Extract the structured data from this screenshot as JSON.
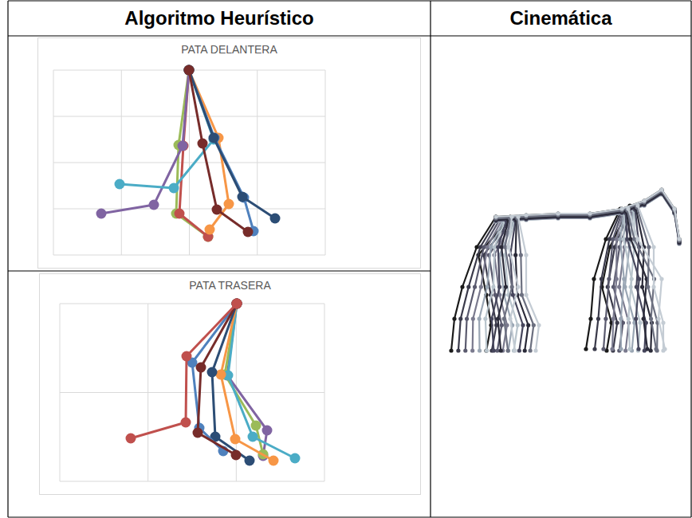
{
  "diagram": {
    "nodes": [
      {
        "text": [
          "Algoritmo Heurístico"
        ]
      },
      {
        "text": [
          "Cinemática"
        ]
      },
      {
        "text": [
          "PATA DELANTERA"
        ]
      },
      {
        "text": [
          "PATA TRASERA"
        ]
      }
    ]
  }
}
